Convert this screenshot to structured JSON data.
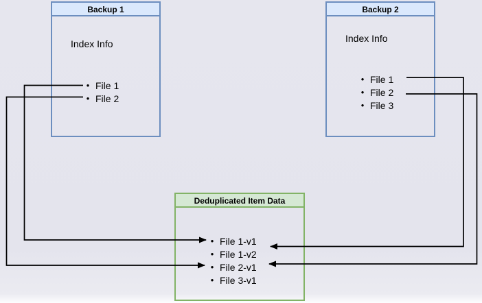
{
  "diagram": {
    "background": "#e6e6ee",
    "backup1": {
      "title": "Backup 1",
      "body_label": "Index Info",
      "items": [
        "File 1",
        "File 2"
      ],
      "header_fill": "#dae8fc",
      "border_color": "#6c8ebf"
    },
    "backup2": {
      "title": "Backup 2",
      "body_label": "Index Info",
      "items": [
        "File 1",
        "File 2",
        "File 3"
      ],
      "header_fill": "#dae8fc",
      "border_color": "#6c8ebf"
    },
    "dedup": {
      "title": "Deduplicated Item Data",
      "items": [
        "File 1-v1",
        "File 1-v2",
        "File 2-v1",
        "File 3-v1"
      ],
      "header_fill": "#d5e8d4",
      "border_color": "#82b366"
    },
    "bullet_glyph": "•",
    "connector_color": "#000000",
    "connections": [
      {
        "from": "Backup 1 / File 1",
        "to": "Deduplicated Item Data / File 1-v1",
        "side": "left"
      },
      {
        "from": "Backup 1 / File 2",
        "to": "Deduplicated Item Data / File 2-v1",
        "side": "left"
      },
      {
        "from": "Backup 2 / File 1",
        "to": "Deduplicated Item Data / File 1-v2",
        "side": "right"
      },
      {
        "from": "Backup 2 / File 2",
        "to": "Deduplicated Item Data / File 2-v1",
        "side": "right"
      }
    ]
  }
}
